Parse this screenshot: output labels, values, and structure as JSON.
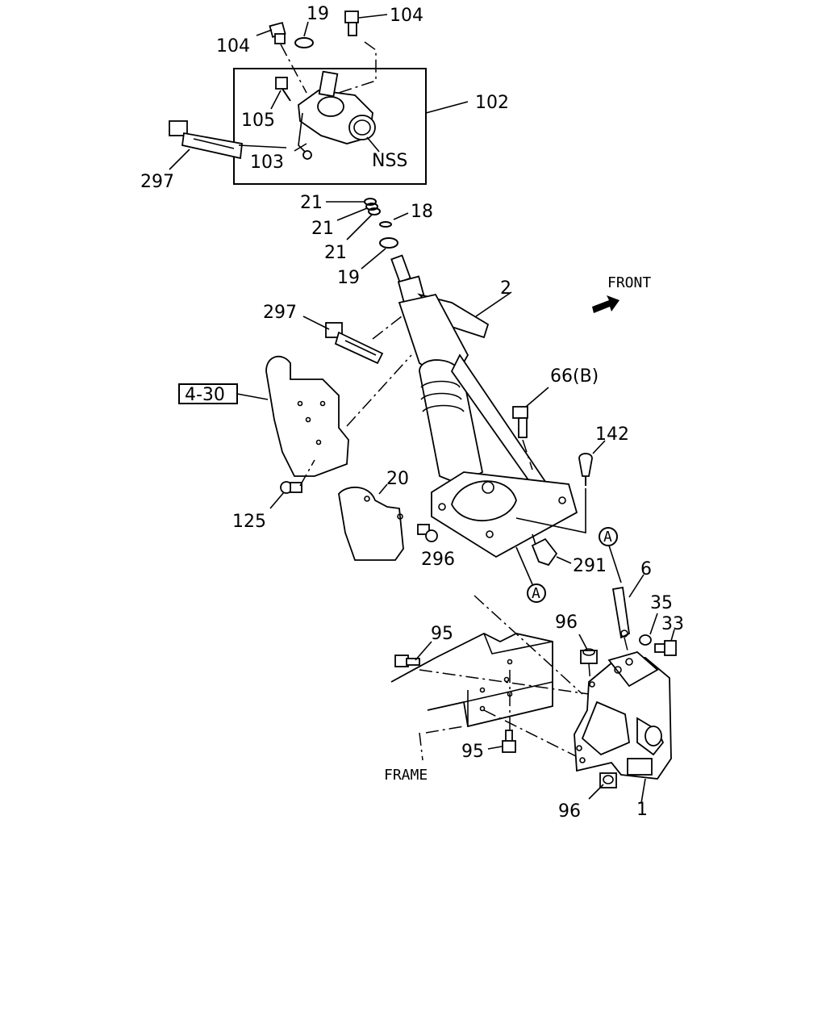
{
  "diagram": {
    "labels": {
      "l104a": "104",
      "l19a": "19",
      "l104b": "104",
      "l102": "102",
      "l105": "105",
      "l103": "103",
      "lNSS": "NSS",
      "l297a": "297",
      "l21a": "21",
      "l21b": "21",
      "l21c": "21",
      "l18": "18",
      "l19b": "19",
      "l2": "2",
      "lFRONT": "FRONT",
      "l297b": "297",
      "l430": "4-30",
      "l66B": "66(B)",
      "l142": "142",
      "l20": "20",
      "l125": "125",
      "l296": "296",
      "l291": "291",
      "lA1": "A",
      "lA2": "A",
      "l6": "6",
      "l35": "35",
      "l33": "33",
      "l96a": "96",
      "l95a": "95",
      "l95b": "95",
      "lFRAME": "FRAME",
      "l96b": "96",
      "l1": "1"
    }
  }
}
